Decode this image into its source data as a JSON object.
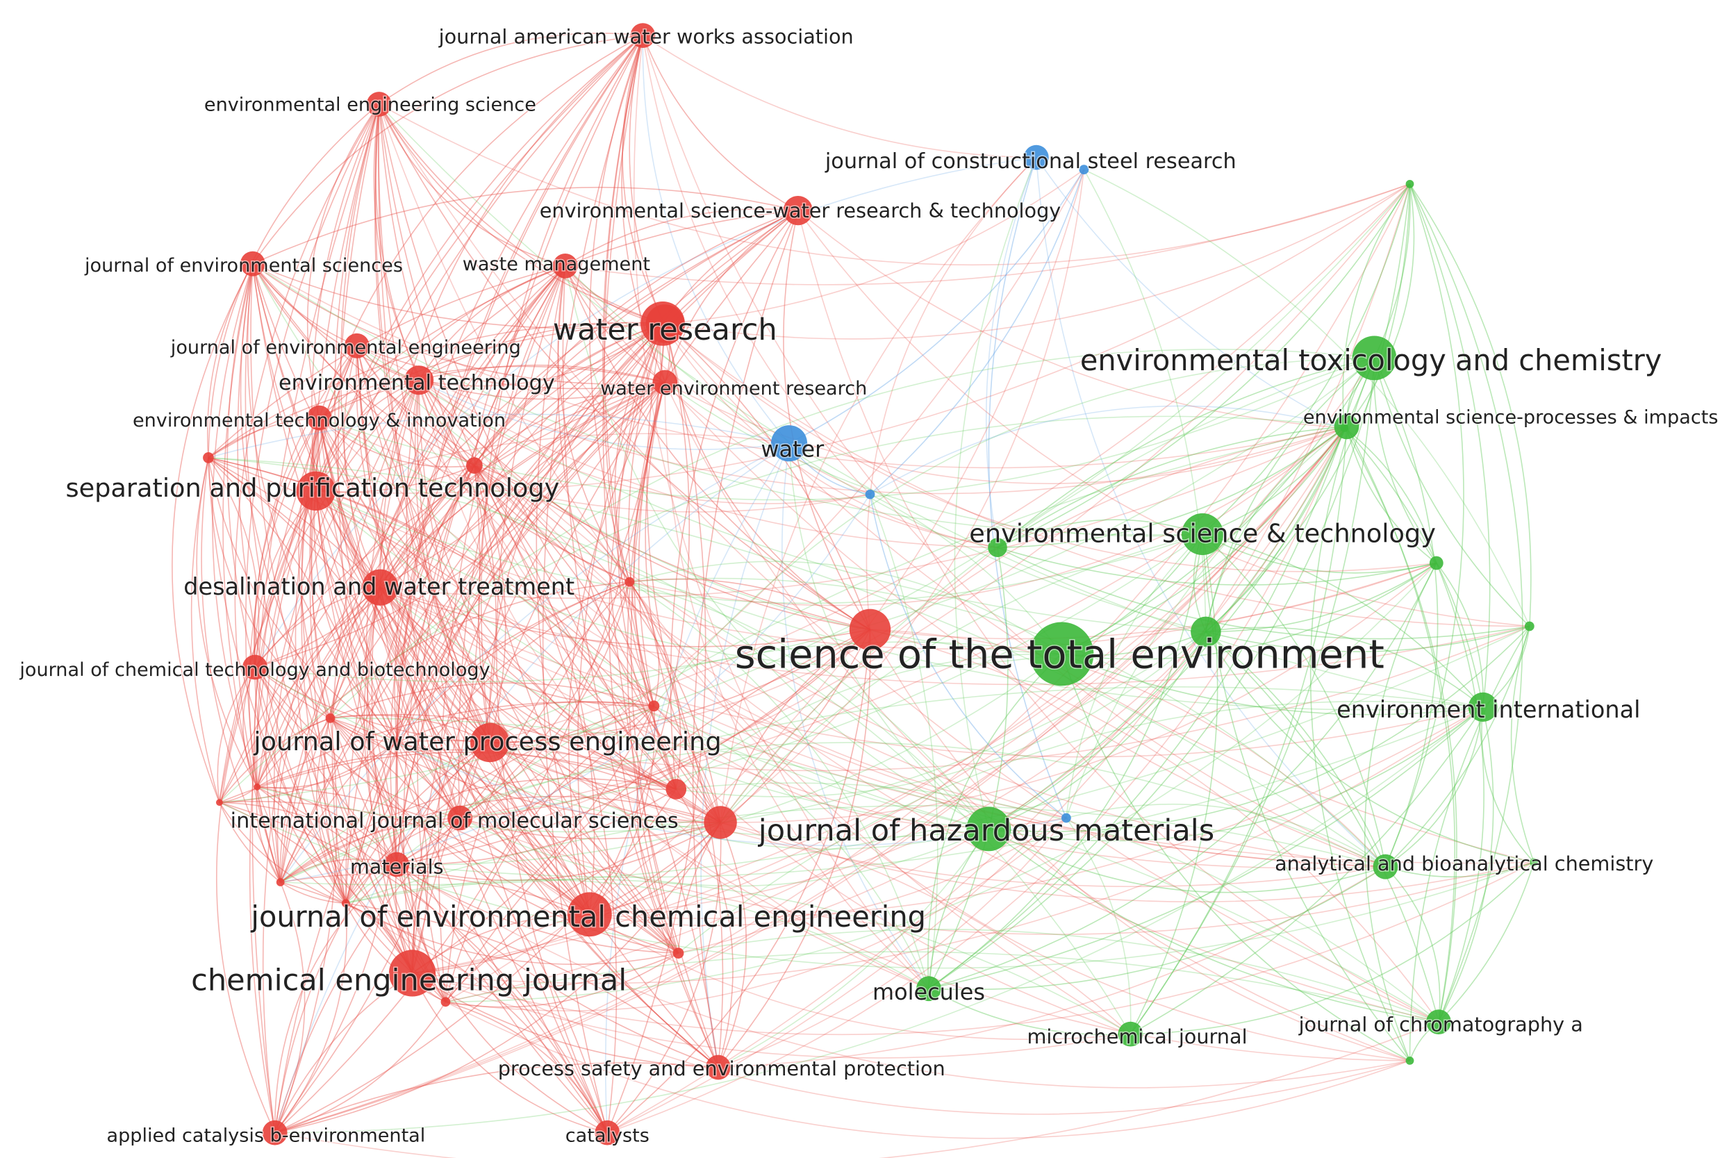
{
  "colors": {
    "red": "#e8403a",
    "green": "#3cb83a",
    "blue": "#3d8fdb",
    "red_edge": "#e8524a",
    "green_edge": "#5cc856",
    "blue_edge": "#6aa8e6",
    "label": "#222222",
    "background": "#ffffff"
  },
  "nodes": [
    {
      "id": "jawwa",
      "label": "journal american water works association",
      "cluster": "red",
      "weight": 2
    },
    {
      "id": "ees",
      "label": "environmental engineering science",
      "cluster": "red",
      "weight": 2
    },
    {
      "id": "jcsr",
      "label": "journal of constructional steel research",
      "cluster": "blue",
      "weight": 2
    },
    {
      "id": "eswrt",
      "label": "environmental science-water research & technology",
      "cluster": "red",
      "weight": 3
    },
    {
      "id": "jes",
      "label": "journal of environmental sciences",
      "cluster": "red",
      "weight": 2
    },
    {
      "id": "wm",
      "label": "waste management",
      "cluster": "red",
      "weight": 2
    },
    {
      "id": "wr",
      "label": "water research",
      "cluster": "red",
      "weight": 8
    },
    {
      "id": "jee",
      "label": "journal of environmental engineering",
      "cluster": "red",
      "weight": 2
    },
    {
      "id": "et",
      "label": "environmental technology",
      "cluster": "red",
      "weight": 3
    },
    {
      "id": "wer",
      "label": "water environment research",
      "cluster": "red",
      "weight": 2
    },
    {
      "id": "eti",
      "label": "environmental technology & innovation",
      "cluster": "red",
      "weight": 2
    },
    {
      "id": "water",
      "label": "water",
      "cluster": "blue",
      "weight": 5
    },
    {
      "id": "spt",
      "label": "separation and purification technology",
      "cluster": "red",
      "weight": 6
    },
    {
      "id": "dwt",
      "label": "desalination and water treatment",
      "cluster": "red",
      "weight": 5
    },
    {
      "id": "jctb",
      "label": "journal of chemical technology and biotechnology",
      "cluster": "red",
      "weight": 2
    },
    {
      "id": "jwpe",
      "label": "journal of water process engineering",
      "cluster": "red",
      "weight": 6
    },
    {
      "id": "ijms",
      "label": "international journal of molecular sciences",
      "cluster": "red",
      "weight": 2
    },
    {
      "id": "materials",
      "label": "materials",
      "cluster": "red",
      "weight": 2
    },
    {
      "id": "jece",
      "label": "journal of environmental chemical engineering",
      "cluster": "red",
      "weight": 8
    },
    {
      "id": "cej",
      "label": "chemical engineering journal",
      "cluster": "red",
      "weight": 9
    },
    {
      "id": "psep",
      "label": "process safety and environmental protection",
      "cluster": "red",
      "weight": 2
    },
    {
      "id": "acb",
      "label": "applied catalysis b-environmental",
      "cluster": "red",
      "weight": 2
    },
    {
      "id": "catalysts",
      "label": "catalysts",
      "cluster": "red",
      "weight": 2
    },
    {
      "id": "stotenv",
      "label": "science of the total environment",
      "cluster": "green",
      "weight": 18
    },
    {
      "id": "jhm",
      "label": "journal of hazardous materials",
      "cluster": "green",
      "weight": 8
    },
    {
      "id": "molecules",
      "label": "molecules",
      "cluster": "green",
      "weight": 2
    },
    {
      "id": "mj",
      "label": "microchemical journal",
      "cluster": "green",
      "weight": 2
    },
    {
      "id": "jca",
      "label": "journal of chromatography a",
      "cluster": "green",
      "weight": 2
    },
    {
      "id": "abc",
      "label": "analytical and bioanalytical chemistry",
      "cluster": "green",
      "weight": 2
    },
    {
      "id": "ei",
      "label": "environment international",
      "cluster": "green",
      "weight": 3
    },
    {
      "id": "est",
      "label": "environmental science & technology",
      "cluster": "green",
      "weight": 7
    },
    {
      "id": "etc",
      "label": "environmental toxicology and chemistry",
      "cluster": "green",
      "weight": 8
    },
    {
      "id": "espi",
      "label": "environmental science-processes & impacts",
      "cluster": "green",
      "weight": 2
    }
  ]
}
